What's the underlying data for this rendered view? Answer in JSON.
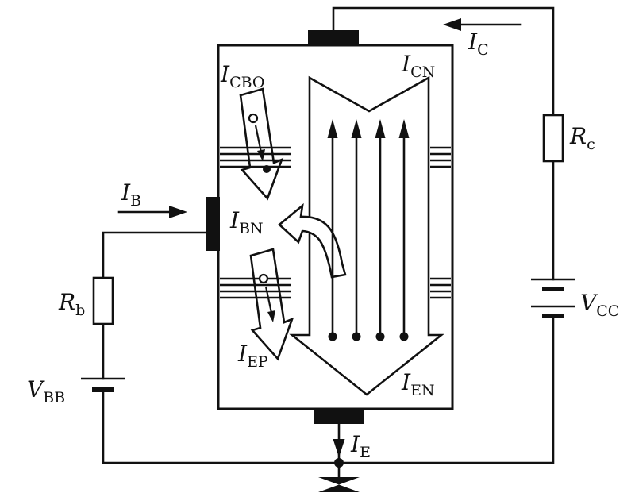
{
  "colors": {
    "ink": "#111111",
    "background": "#ffffff"
  },
  "labels": {
    "ic": {
      "main": "I",
      "sub": "C"
    },
    "icn": {
      "main": "I",
      "sub": "CN"
    },
    "icbo": {
      "main": "I",
      "sub": "CBO"
    },
    "ib": {
      "main": "I",
      "sub": "B"
    },
    "ibn": {
      "main": "I",
      "sub": "BN"
    },
    "rc": {
      "main": "R",
      "sub": "c"
    },
    "rb": {
      "main": "R",
      "sub": "b"
    },
    "vcc": {
      "main": "V",
      "sub": "CC"
    },
    "vbb": {
      "main": "V",
      "sub": "BB"
    },
    "iep": {
      "main": "I",
      "sub": "EP"
    },
    "ien": {
      "main": "I",
      "sub": "EN"
    },
    "ie": {
      "main": "I",
      "sub": "E"
    }
  }
}
